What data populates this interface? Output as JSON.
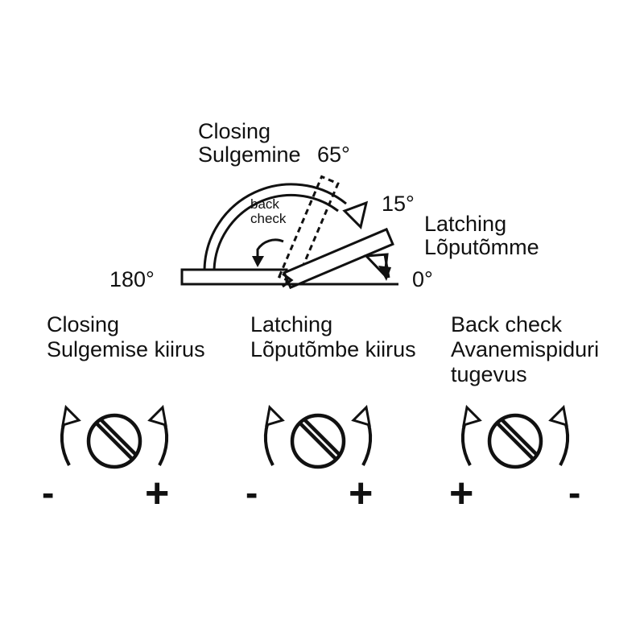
{
  "diagram": {
    "closing_label": "Closing",
    "closing_label_et": "Sulgemine",
    "angle_65": "65°",
    "angle_15": "15°",
    "angle_180": "180°",
    "angle_0": "0°",
    "back_check_label_line1": "back",
    "back_check_label_line2": "check",
    "latching_label": "Latching",
    "latching_label_et": "Lõputõmme"
  },
  "adjusters": [
    {
      "title": "Closing",
      "subtitle": "Sulgemise kiirus",
      "subtitle2": "",
      "left_sign": "-",
      "right_sign": "+"
    },
    {
      "title": "Latching",
      "subtitle": "Lõputõmbe kiirus",
      "subtitle2": "",
      "left_sign": "-",
      "right_sign": "+"
    },
    {
      "title": "Back check",
      "subtitle": "Avanemispiduri",
      "subtitle2": "tugevus",
      "left_sign": "+",
      "right_sign": "-"
    }
  ]
}
